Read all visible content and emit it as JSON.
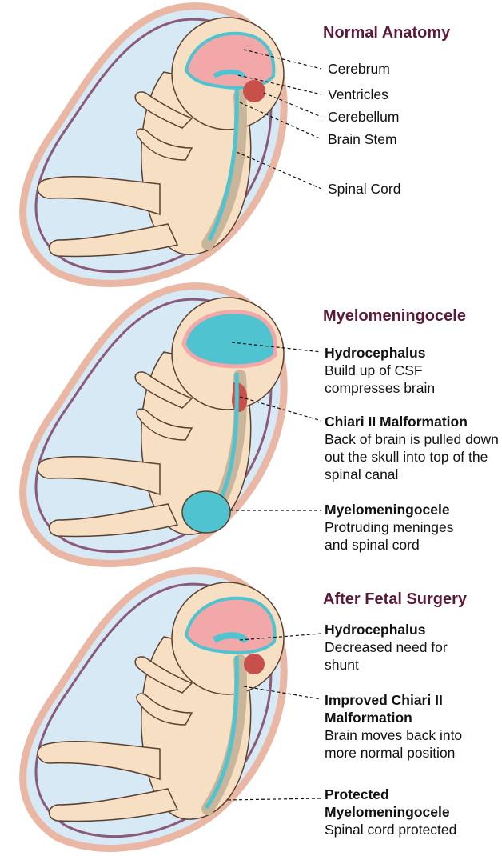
{
  "panels": [
    {
      "title": "Normal Anatomy",
      "labels": [
        "Cerebrum",
        "Ventricles",
        "Cerebellum",
        "Brain Stem",
        "Spinal Cord"
      ]
    },
    {
      "title": "Myelomeningocele",
      "annotations": [
        {
          "heading": "Hydrocephalus",
          "text": "Build up of CSF compresses brain"
        },
        {
          "heading": "Chiari II Malformation",
          "text": "Back of brain is pulled down out the skull into top of the spinal canal"
        },
        {
          "heading": "Myelomeningocele",
          "text": "Protruding meninges and spinal cord"
        }
      ]
    },
    {
      "title": "After Fetal Surgery",
      "annotations": [
        {
          "heading": "Hydrocephalus",
          "text": "Decreased need for shunt"
        },
        {
          "heading": "Improved Chiari II Malformation",
          "text": "Brain moves back into more normal position"
        },
        {
          "heading": "Protected Myelomeningocele",
          "text": "Spinal cord protected"
        }
      ]
    }
  ],
  "colors": {
    "title": "#5b1a3a",
    "sac_outer": "#e9b7a3",
    "sac_fill": "#d6e9f4",
    "sac_inner_line": "#8a5a78",
    "skin": "#f6dfc2",
    "skin_outline": "#5a4030",
    "brain": "#f2a8a8",
    "csf": "#4fc3cf",
    "cerebellum": "#c8504a"
  }
}
